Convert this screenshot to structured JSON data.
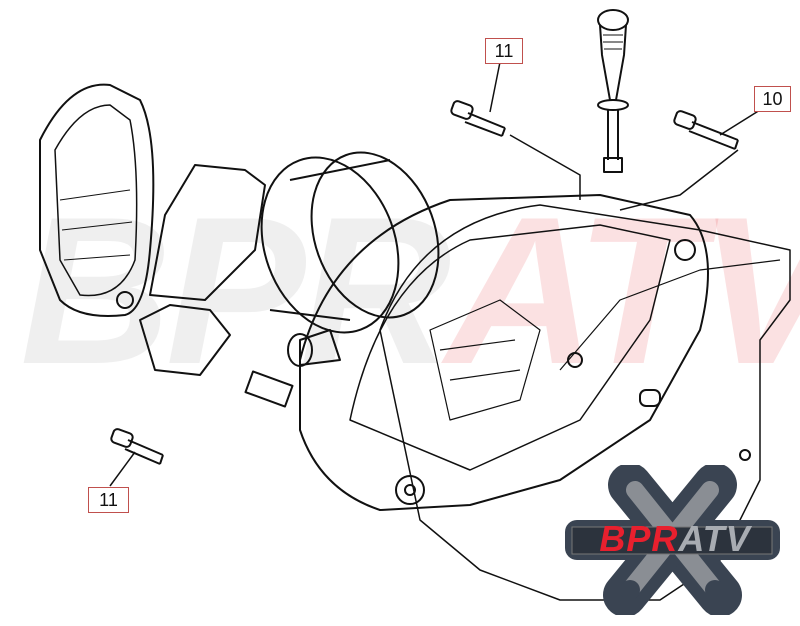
{
  "diagram": {
    "callouts": [
      {
        "label": "11",
        "part": "bolt-top"
      },
      {
        "label": "10",
        "part": "bolt-right"
      },
      {
        "label": "11",
        "part": "bolt-left"
      }
    ],
    "watermark": {
      "text_a": "BPR",
      "text_b": "ATV"
    },
    "logo": {
      "text_red": "BPR",
      "text_gray": "ATV",
      "colors": {
        "red": "#e8202e",
        "gray": "#a8acb2",
        "badge": "#3a4452"
      }
    }
  }
}
